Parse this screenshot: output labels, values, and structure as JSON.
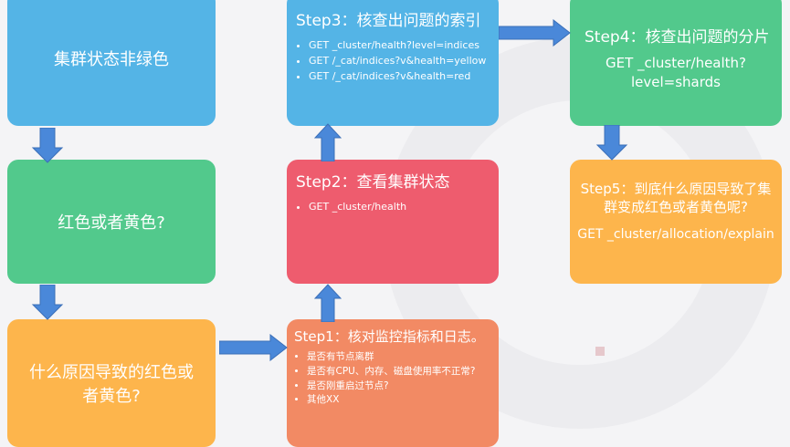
{
  "left_column": {
    "box1": "集群状态非绿色",
    "box2": "红色或者黄色?",
    "box3": "什么原因导致的红色或者黄色?"
  },
  "step1": {
    "title": "Step1：核对监控指标和日志。",
    "items": [
      "是否有节点离群",
      "是否有CPU、内存、磁盘使用率不正常?",
      "是否刚重启过节点?",
      "其他XX"
    ]
  },
  "step2": {
    "title": "Step2：查看集群状态",
    "items": [
      "GET _cluster/health"
    ]
  },
  "step3": {
    "title": "Step3：核查出问题的索引",
    "items": [
      "GET _cluster/health?level=indices",
      "GET /_cat/indices?v&health=yellow",
      "GET /_cat/indices?v&health=red"
    ]
  },
  "step4": {
    "title": "Step4：核查出问题的分片",
    "command": "GET _cluster/health?level=shards"
  },
  "step5": {
    "title": "Step5：到底什么原因导致了集群变成红色或者黄色呢?",
    "command": "GET _cluster/allocation/explain"
  },
  "colors": {
    "blue": "#54b4e6",
    "green": "#52c98c",
    "orange": "#fdb54c",
    "red": "#ee5c6e",
    "salmon": "#f28a64",
    "arrow": "#4a88d9"
  }
}
